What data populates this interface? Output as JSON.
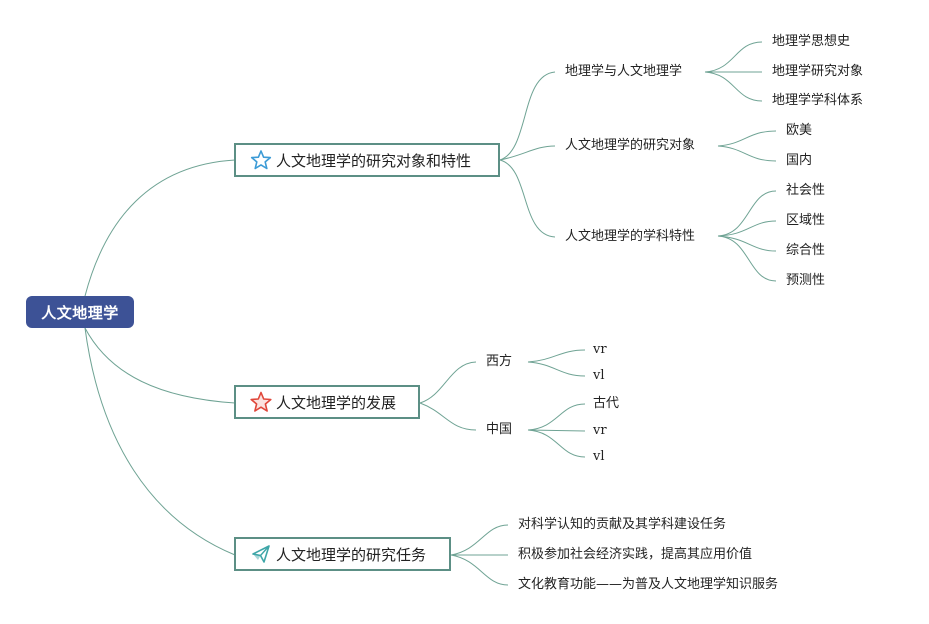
{
  "root": {
    "label": "人文地理学"
  },
  "branches": [
    {
      "label": "人文地理学的研究对象和特性",
      "icon": "star-outline-icon",
      "children": [
        {
          "label": "地理学与人文地理学",
          "children": [
            "地理学思想史",
            "地理学研究对象",
            "地理学学科体系"
          ]
        },
        {
          "label": "人文地理学的研究对象",
          "children": [
            "欧美",
            "国内"
          ]
        },
        {
          "label": "人文地理学的学科特性",
          "children": [
            "社会性",
            "区域性",
            "综合性",
            "预测性"
          ]
        }
      ]
    },
    {
      "label": "人文地理学的发展",
      "icon": "star-red-icon",
      "children": [
        {
          "label": "西方",
          "children": [
            "vr",
            "vl"
          ]
        },
        {
          "label": "中国",
          "children": [
            "古代",
            "vr",
            "vl"
          ]
        }
      ]
    },
    {
      "label": "人文地理学的研究任务",
      "icon": "paper-plane-icon",
      "children": [
        {
          "label": "对科学认知的贡献及其学科建设任务"
        },
        {
          "label": "积极参加社会经济实践，提高其应用价值"
        },
        {
          "label": "文化教育功能——为普及人文地理学知识服务"
        }
      ]
    }
  ],
  "colors": {
    "root_fill": "#3d5296",
    "line": "#6fa394",
    "box_border": "#5c8f85",
    "star_blue": "#3c9bd6",
    "star_red": "#e0473a",
    "plane_teal": "#3ea6a8"
  }
}
